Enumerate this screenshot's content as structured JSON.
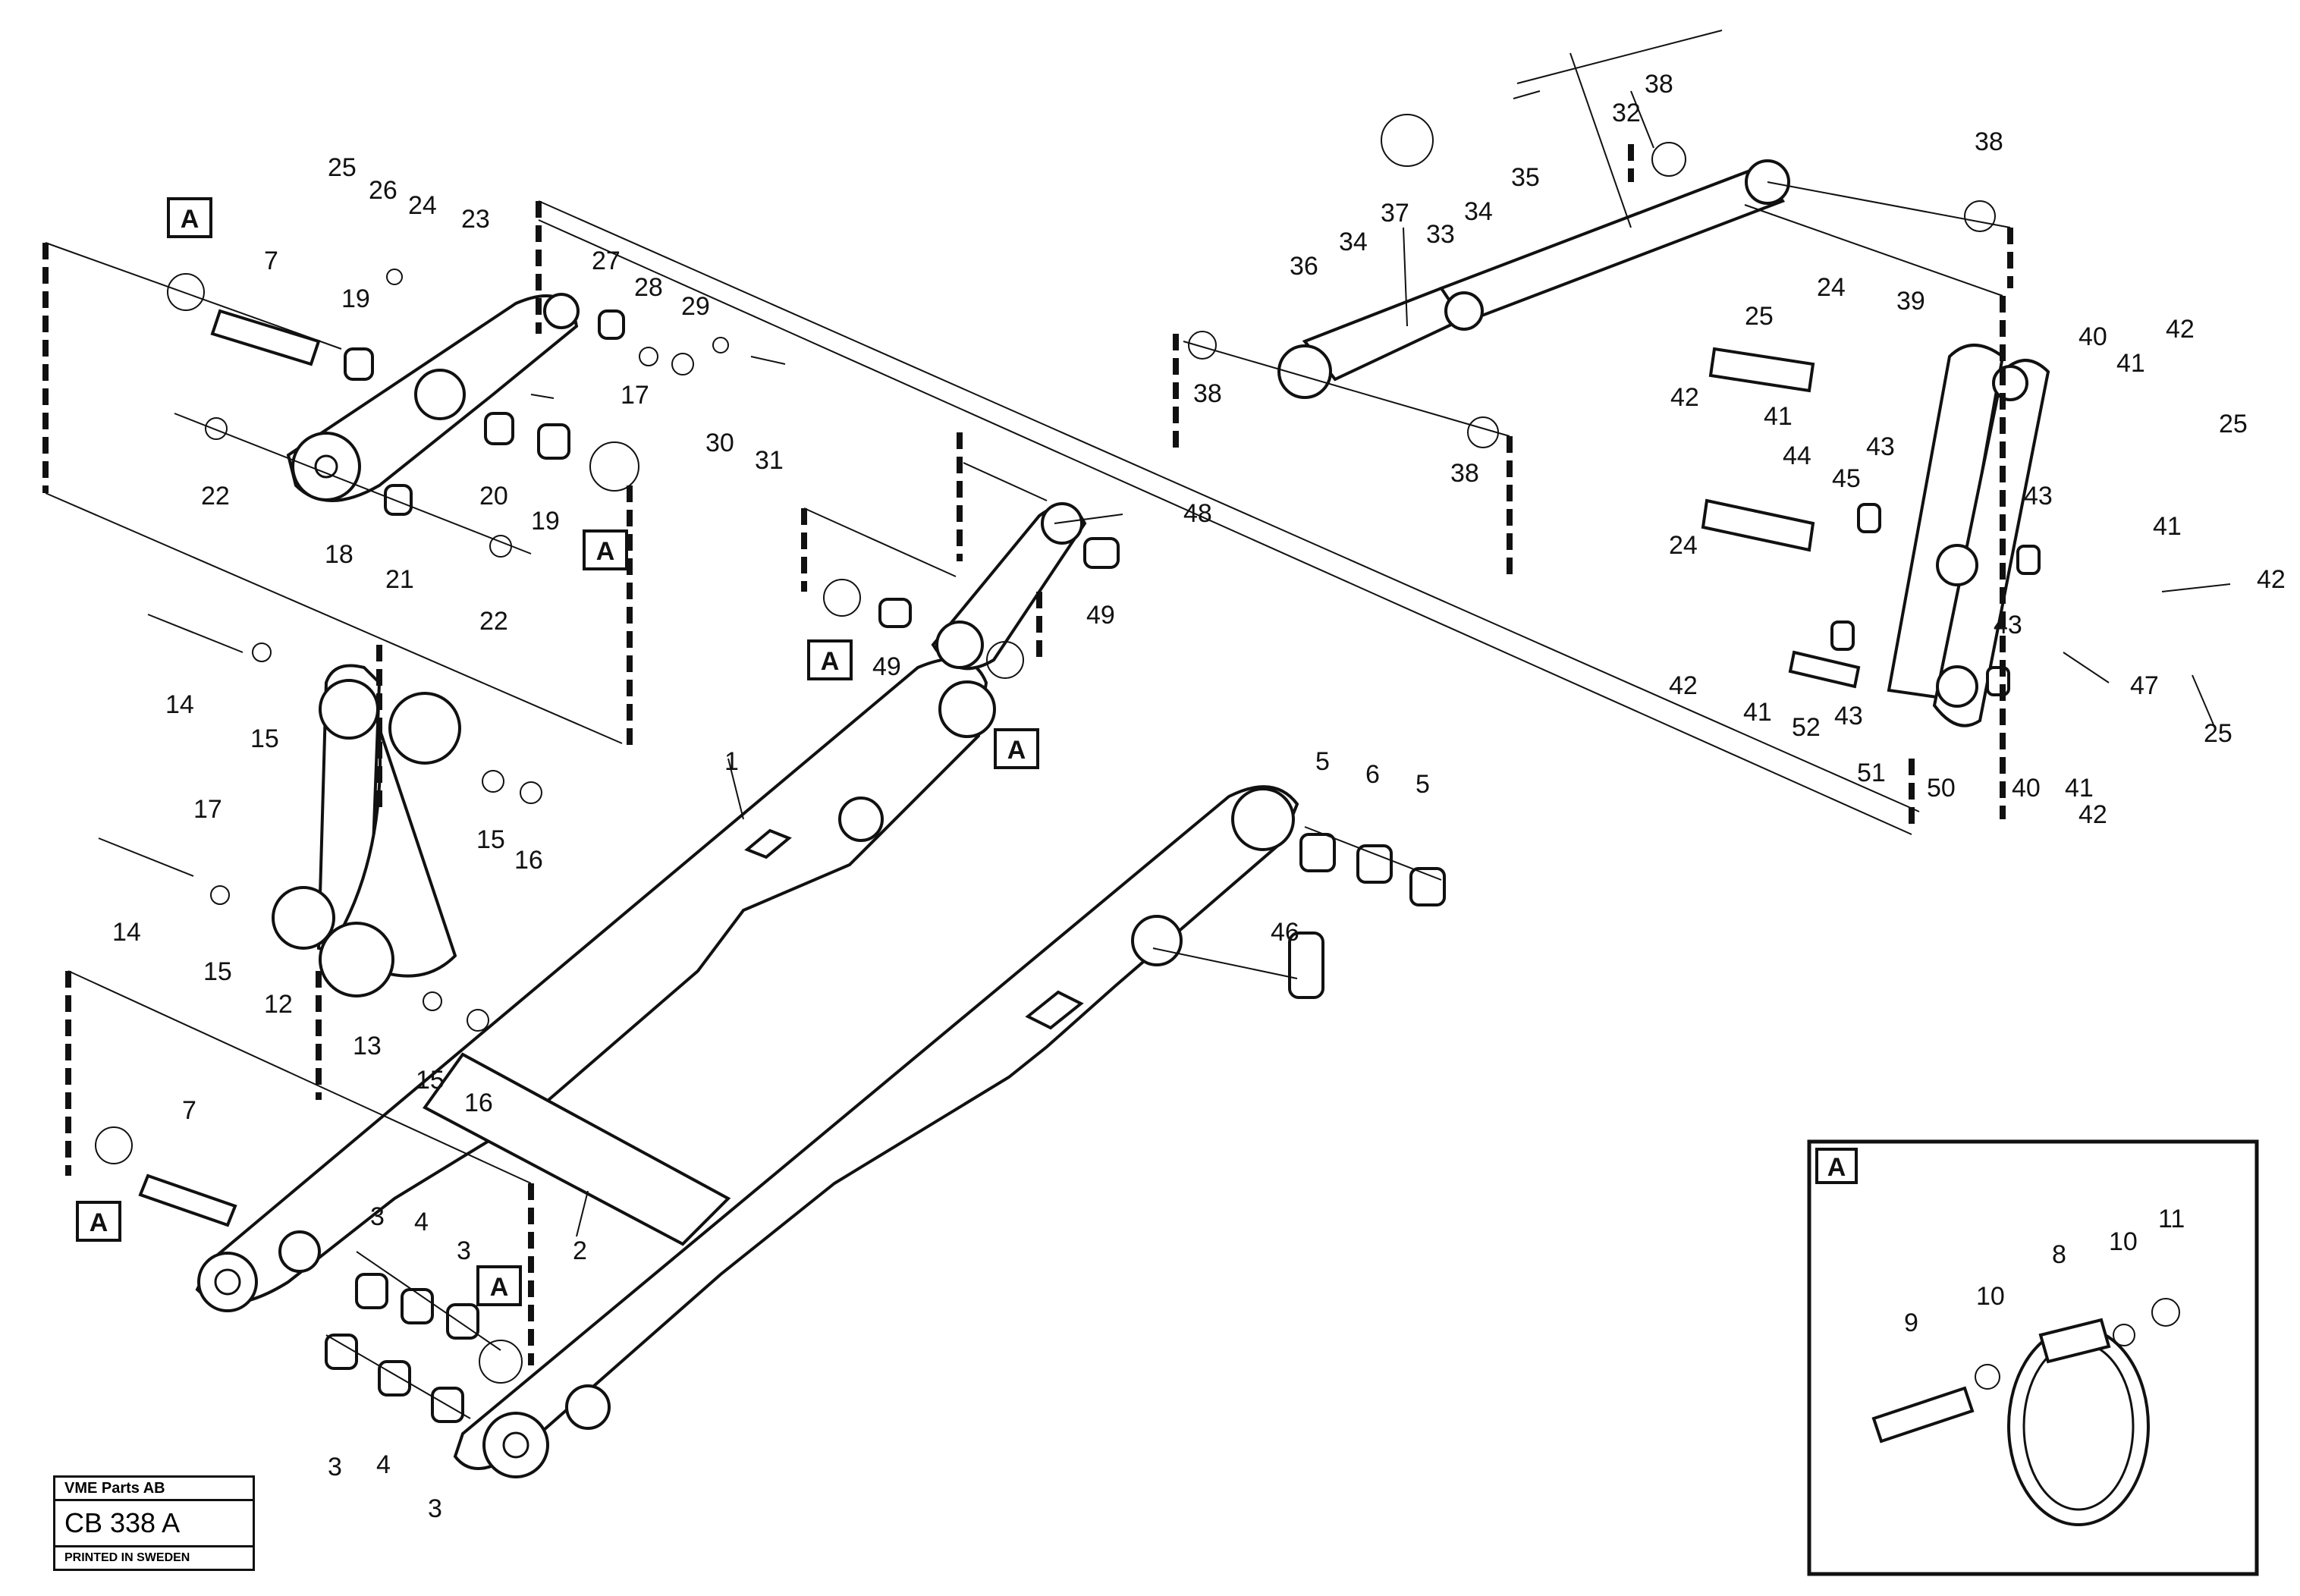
{
  "title_block": {
    "company": "VME Parts AB",
    "code": "CB 338 A",
    "printed": "PRINTED IN SWEDEN"
  },
  "detail_ref": "A",
  "detail_box": {
    "label": "A"
  },
  "callouts": {
    "c1": "1",
    "c2": "2",
    "c3a": "3",
    "c3b": "3",
    "c3c": "3",
    "c3d": "3",
    "c4a": "4",
    "c4b": "4",
    "c5a": "5",
    "c5b": "5",
    "c6": "6",
    "c7a": "7",
    "c7b": "7",
    "c8": "8",
    "c9": "9",
    "c10a": "10",
    "c10b": "10",
    "c11": "11",
    "c12": "12",
    "c13": "13",
    "c14a": "14",
    "c14b": "14",
    "c15a": "15",
    "c15b": "15",
    "c15c": "15",
    "c15d": "15",
    "c16a": "16",
    "c16b": "16",
    "c17a": "17",
    "c17b": "17",
    "c18": "18",
    "c19a": "19",
    "c19b": "19",
    "c20": "20",
    "c21": "21",
    "c22a": "22",
    "c22b": "22",
    "c23": "23",
    "c24a": "24",
    "c24b": "24",
    "c24c": "24",
    "c25a": "25",
    "c25b": "25",
    "c25c": "25",
    "c25d": "25",
    "c26": "26",
    "c27": "27",
    "c28": "28",
    "c29": "29",
    "c30": "30",
    "c31": "31",
    "c32": "32",
    "c33": "33",
    "c34a": "34",
    "c34b": "34",
    "c35": "35",
    "c36": "36",
    "c37": "37",
    "c38a": "38",
    "c38b": "38",
    "c38c": "38",
    "c38d": "38",
    "c39": "39",
    "c40a": "40",
    "c40b": "40",
    "c41a": "41",
    "c41b": "41",
    "c41c": "41",
    "c41d": "41",
    "c41e": "41",
    "c42a": "42",
    "c42b": "42",
    "c42c": "42",
    "c42d": "42",
    "c42e": "42",
    "c43a": "43",
    "c43b": "43",
    "c43c": "43",
    "c43d": "43",
    "c44": "44",
    "c45": "45",
    "c46": "46",
    "c47": "47",
    "c48": "48",
    "c49a": "49",
    "c49b": "49",
    "c50": "50",
    "c51": "51",
    "c52": "52"
  }
}
